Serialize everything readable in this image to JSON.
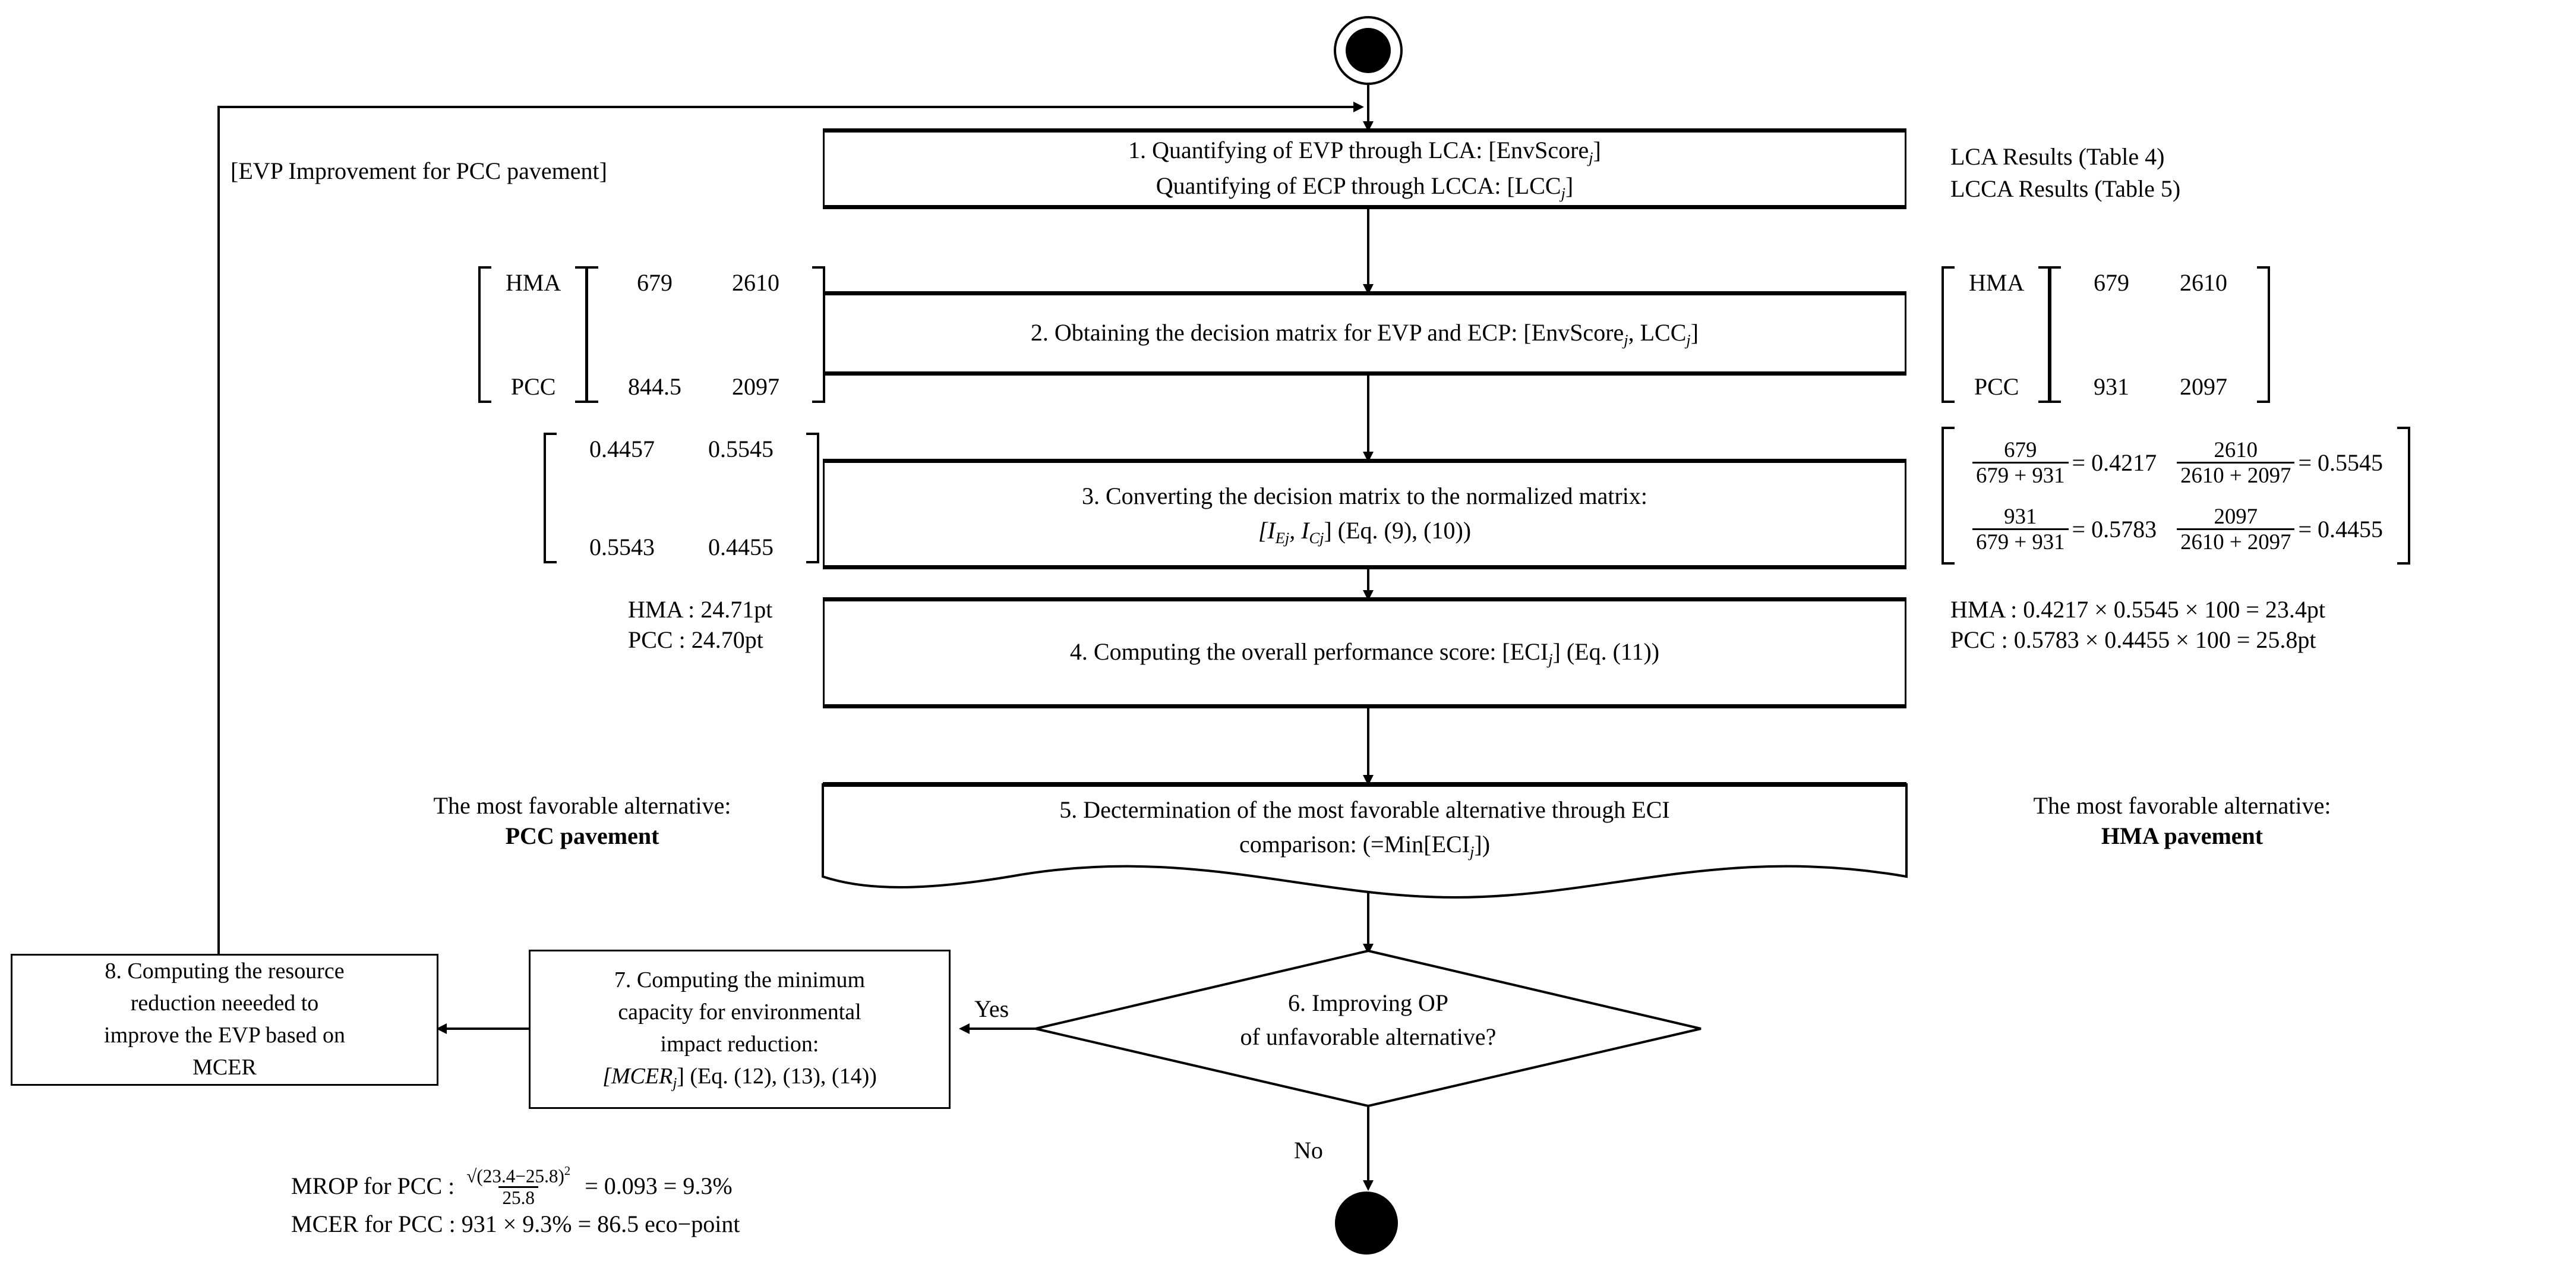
{
  "diagram": {
    "title_side_note": "[EVP Improvement for PCC pavement]",
    "start_node": "start-node",
    "end_node": "end-node"
  },
  "steps": [
    {
      "id": "step1",
      "line1": "1. Quantifying of EVP through LCA: [EnvScore",
      "line1_sub": "j",
      "line1_end": "]",
      "line2": "Quantifying of ECP through LCCA: [LCC",
      "line2_sub": "j",
      "line2_end": "]"
    },
    {
      "id": "step2",
      "line1": "2. Obtaining the decision matrix for EVP and ECP: [EnvScore",
      "line1_sub": "j",
      "line1_mid": ", LCC",
      "line1_sub2": "j",
      "line1_end": "]"
    },
    {
      "id": "step3",
      "line1": "3. Converting the decision matrix to the normalized matrix:",
      "line2a": "[I",
      "line2_sub_a": "Ej",
      "line2b": ", I",
      "line2_sub_b": "Cj",
      "line2c": "] (Eq. (9), (10))"
    },
    {
      "id": "step4",
      "line1": "4. Computing the overall performance score: [ECI",
      "line1_sub": "j",
      "line1_end": "] (Eq. (11))"
    },
    {
      "id": "step5",
      "line1": "5. Dectermination of the most favorable alternative through ECI",
      "line2a": "comparison: (=Min[ECI",
      "line2_sub": "j",
      "line2b": "])"
    },
    {
      "id": "step6",
      "line1": "6. Improving OP",
      "line2": "of unfavorable alternative?"
    },
    {
      "id": "step7",
      "line1": "7. Computing the minimum",
      "line2": "capacity for environmental",
      "line3": "impact reduction:",
      "line4a": "[MCER",
      "line4_sub": "j",
      "line4b": "] (Eq. (12), (13), (14))"
    },
    {
      "id": "step8",
      "line1": "8. Computing the resource",
      "line2": "reduction neeeded to",
      "line3": "improve the EVP based on",
      "line4": "MCER"
    }
  ],
  "edge_labels": {
    "yes": "Yes",
    "no": "No"
  },
  "right_annotations": {
    "lca_results": "LCA Results (Table 4)",
    "lcca_results": "LCCA Results (Table 5)",
    "decision_matrix": {
      "row_labels": [
        "HMA",
        "PCC"
      ],
      "values": [
        [
          "679",
          "2610"
        ],
        [
          "931",
          "2097"
        ]
      ]
    },
    "normalized_matrix": {
      "cells": [
        {
          "num": "679",
          "den": "679 + 931",
          "eq": "= 0.4217"
        },
        {
          "num": "2610",
          "den": "2610 + 2097",
          "eq": "= 0.5545"
        },
        {
          "num": "931",
          "den": "679 + 931",
          "eq": "= 0.5783"
        },
        {
          "num": "2097",
          "den": "2610 + 2097",
          "eq": "= 0.4455"
        }
      ]
    },
    "scores": [
      "HMA : 0.4217 × 0.5545 × 100 = 23.4pt",
      "PCC  : 0.5783 × 0.4455 × 100 = 25.8pt"
    ],
    "favorable_caption": "The most favorable alternative:",
    "favorable_value": "HMA pavement"
  },
  "left_annotations": {
    "decision_matrix": {
      "row_labels": [
        "HMA",
        "PCC"
      ],
      "values": [
        [
          "679",
          "2610"
        ],
        [
          "844.5",
          "2097"
        ]
      ]
    },
    "normalized_matrix": {
      "values": [
        [
          "0.4457",
          "0.5545"
        ],
        [
          "0.5543",
          "0.4455"
        ]
      ]
    },
    "scores": [
      "HMA : 24.71pt",
      "PCC  : 24.70pt"
    ],
    "favorable_caption": "The most favorable alternative:",
    "favorable_value": "PCC pavement"
  },
  "bottom_formulas": {
    "mrop_label": "MROP for PCC :",
    "mrop_num_open": "√(23.4−25.8)",
    "mrop_num_sup": "2",
    "mrop_den": "25.8",
    "mrop_result": "= 0.093 = 9.3%",
    "mcer_line": "MCER for PCC : 931 × 9.3% = 86.5 eco−point"
  },
  "colors": {
    "stroke": "#000000",
    "background": "#ffffff"
  }
}
